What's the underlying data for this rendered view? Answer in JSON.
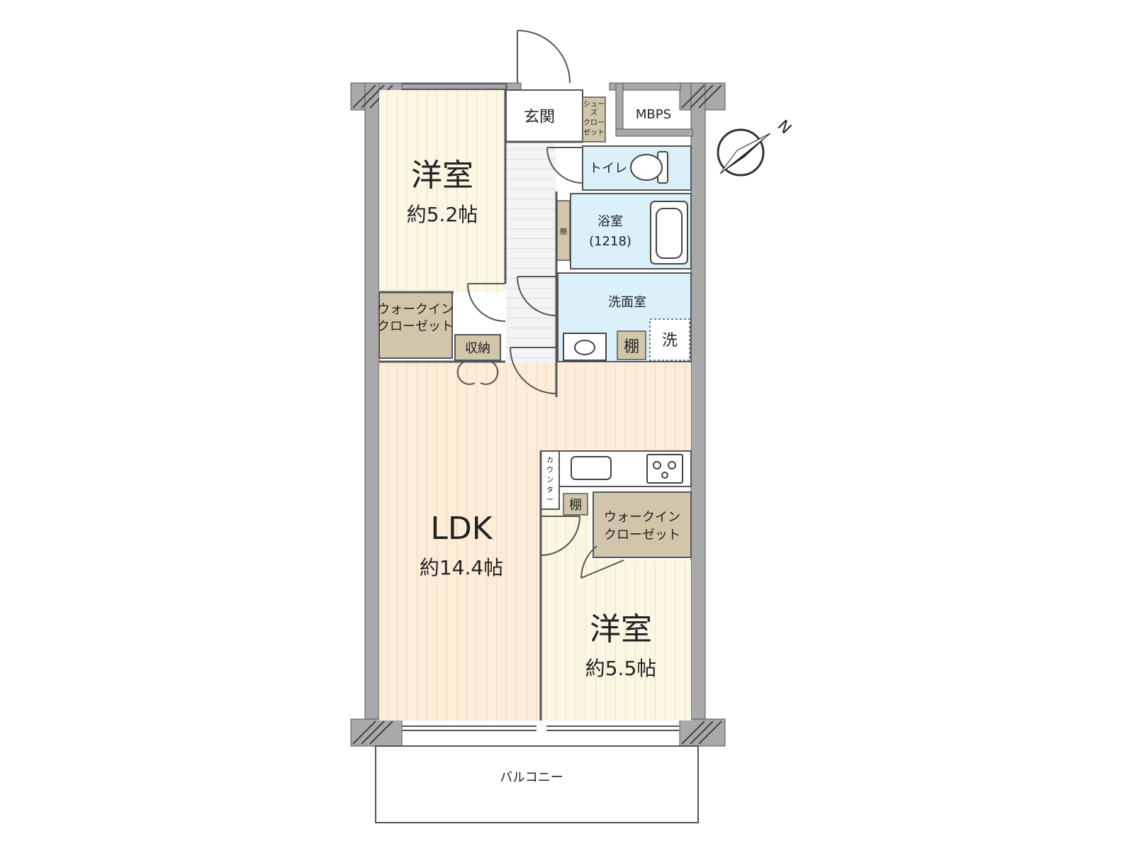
{
  "rooms": {
    "western_room_1": {
      "name": "洋室",
      "area": "約5.2帖"
    },
    "ldk": {
      "name": "LDK",
      "area": "約14.4帖"
    },
    "western_room_2": {
      "name": "洋室",
      "area": "約5.5帖"
    },
    "entrance": "玄関",
    "shoe_closet": [
      "シュー",
      "ズ",
      "クロー",
      "ゼット"
    ],
    "mbps": "MBPS",
    "toilet": "トイレ",
    "bathroom": {
      "name": "浴室",
      "size": "(1218)"
    },
    "washroom": "洗面室",
    "washer": "洗",
    "walk_in_closet_1": [
      "ウォークイン",
      "クローゼット"
    ],
    "storage": "収納",
    "shelf_labels": [
      "棚",
      "棚",
      "棚"
    ],
    "counter": [
      "カ",
      "ウ",
      "ン",
      "タ",
      "ー"
    ],
    "walk_in_closet_2": [
      "ウォークイン",
      "クローゼット"
    ],
    "balcony": "バルコニー"
  },
  "compass": {
    "north_label": "N"
  },
  "colors": {
    "wall": "#a9a9a9",
    "western_floor": "#fbf7e4",
    "ldk_floor": "#fcecd8",
    "wet_area": "#dcf0fa",
    "storage": "#d2c6aa",
    "hall_floor": "#f2f2f2",
    "stripe": "#e9dcc4"
  }
}
